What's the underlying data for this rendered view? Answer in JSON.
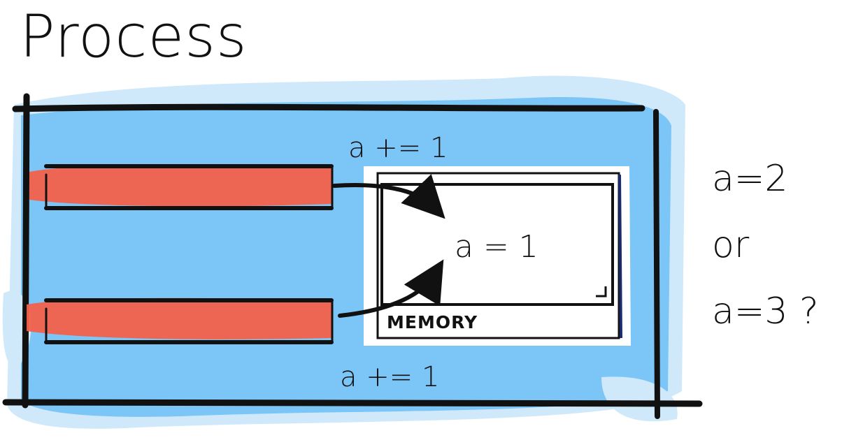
{
  "title": "Process",
  "threads": {
    "top_operation": "a += 1",
    "bottom_operation": "a += 1"
  },
  "memory": {
    "value": "a = 1",
    "caption": "MEMORY"
  },
  "question": {
    "line1": "a=2",
    "line2": "or",
    "line3": "a=3 ?"
  },
  "colors": {
    "process_fill": "#7cc6f7",
    "process_fill_light": "#cfe9fb",
    "thread_fill": "#f2614a",
    "outline": "#111111",
    "memory_fill": "#ffffff"
  }
}
